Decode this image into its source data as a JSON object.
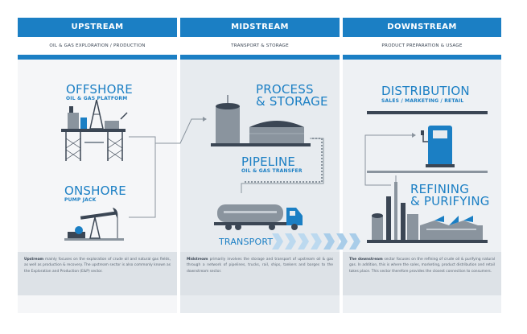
{
  "columns": [
    {
      "id": "upstream",
      "title": "UPSTREAM",
      "subtitle": "OIL & GAS EXPLORATION / PRODUCTION",
      "desc_lead": "Upstream",
      "desc": " mainly focuses on the exploration of crude oil and natural gas fields, as well as production & recovery. The upstream sector is also commonly known as the Exploration and Production (E&P) sector."
    },
    {
      "id": "midstream",
      "title": "MIDSTREAM",
      "subtitle": "TRANSPORT & STORAGE",
      "desc_lead": "Midstream",
      "desc": " primarily involves the storage and transport of upstream oil & gas through a network of pipelines, trucks, rail, ships, tankers and barges to the downstream sector."
    },
    {
      "id": "downstream",
      "title": "DOWNSTREAM",
      "subtitle": "PRODUCT PREPARATION & USAGE",
      "desc_lead": "The downstream",
      "desc": " sector focuses on the refining of crude oil & purifying natural gas. In addition, this is where the sales, marketing, product distribution and retail takes place. This sector therefore provides the closest connection to consumers."
    }
  ],
  "labels": {
    "offshore": "OFFSHORE",
    "offshore_sub": "OIL & GAS PLATFORM",
    "onshore": "ONSHORE",
    "onshore_sub": "PUMP JACK",
    "process_1": "PROCESS",
    "process_2": "& STORAGE",
    "pipeline": "PIPELINE",
    "pipeline_sub": "OIL & GAS TRANSFER",
    "transport": "TRANSPORT",
    "distribution": "DISTRIBUTION",
    "distribution_sub": "SALES / MARKETING / RETAIL",
    "refining_1": "REFINING",
    "refining_2": "& PURIFYING"
  },
  "colors": {
    "accent": "#1b7fc4",
    "dark": "#3b4654",
    "grey": "#8a949e",
    "light_arrow": "#b9d7ee"
  }
}
